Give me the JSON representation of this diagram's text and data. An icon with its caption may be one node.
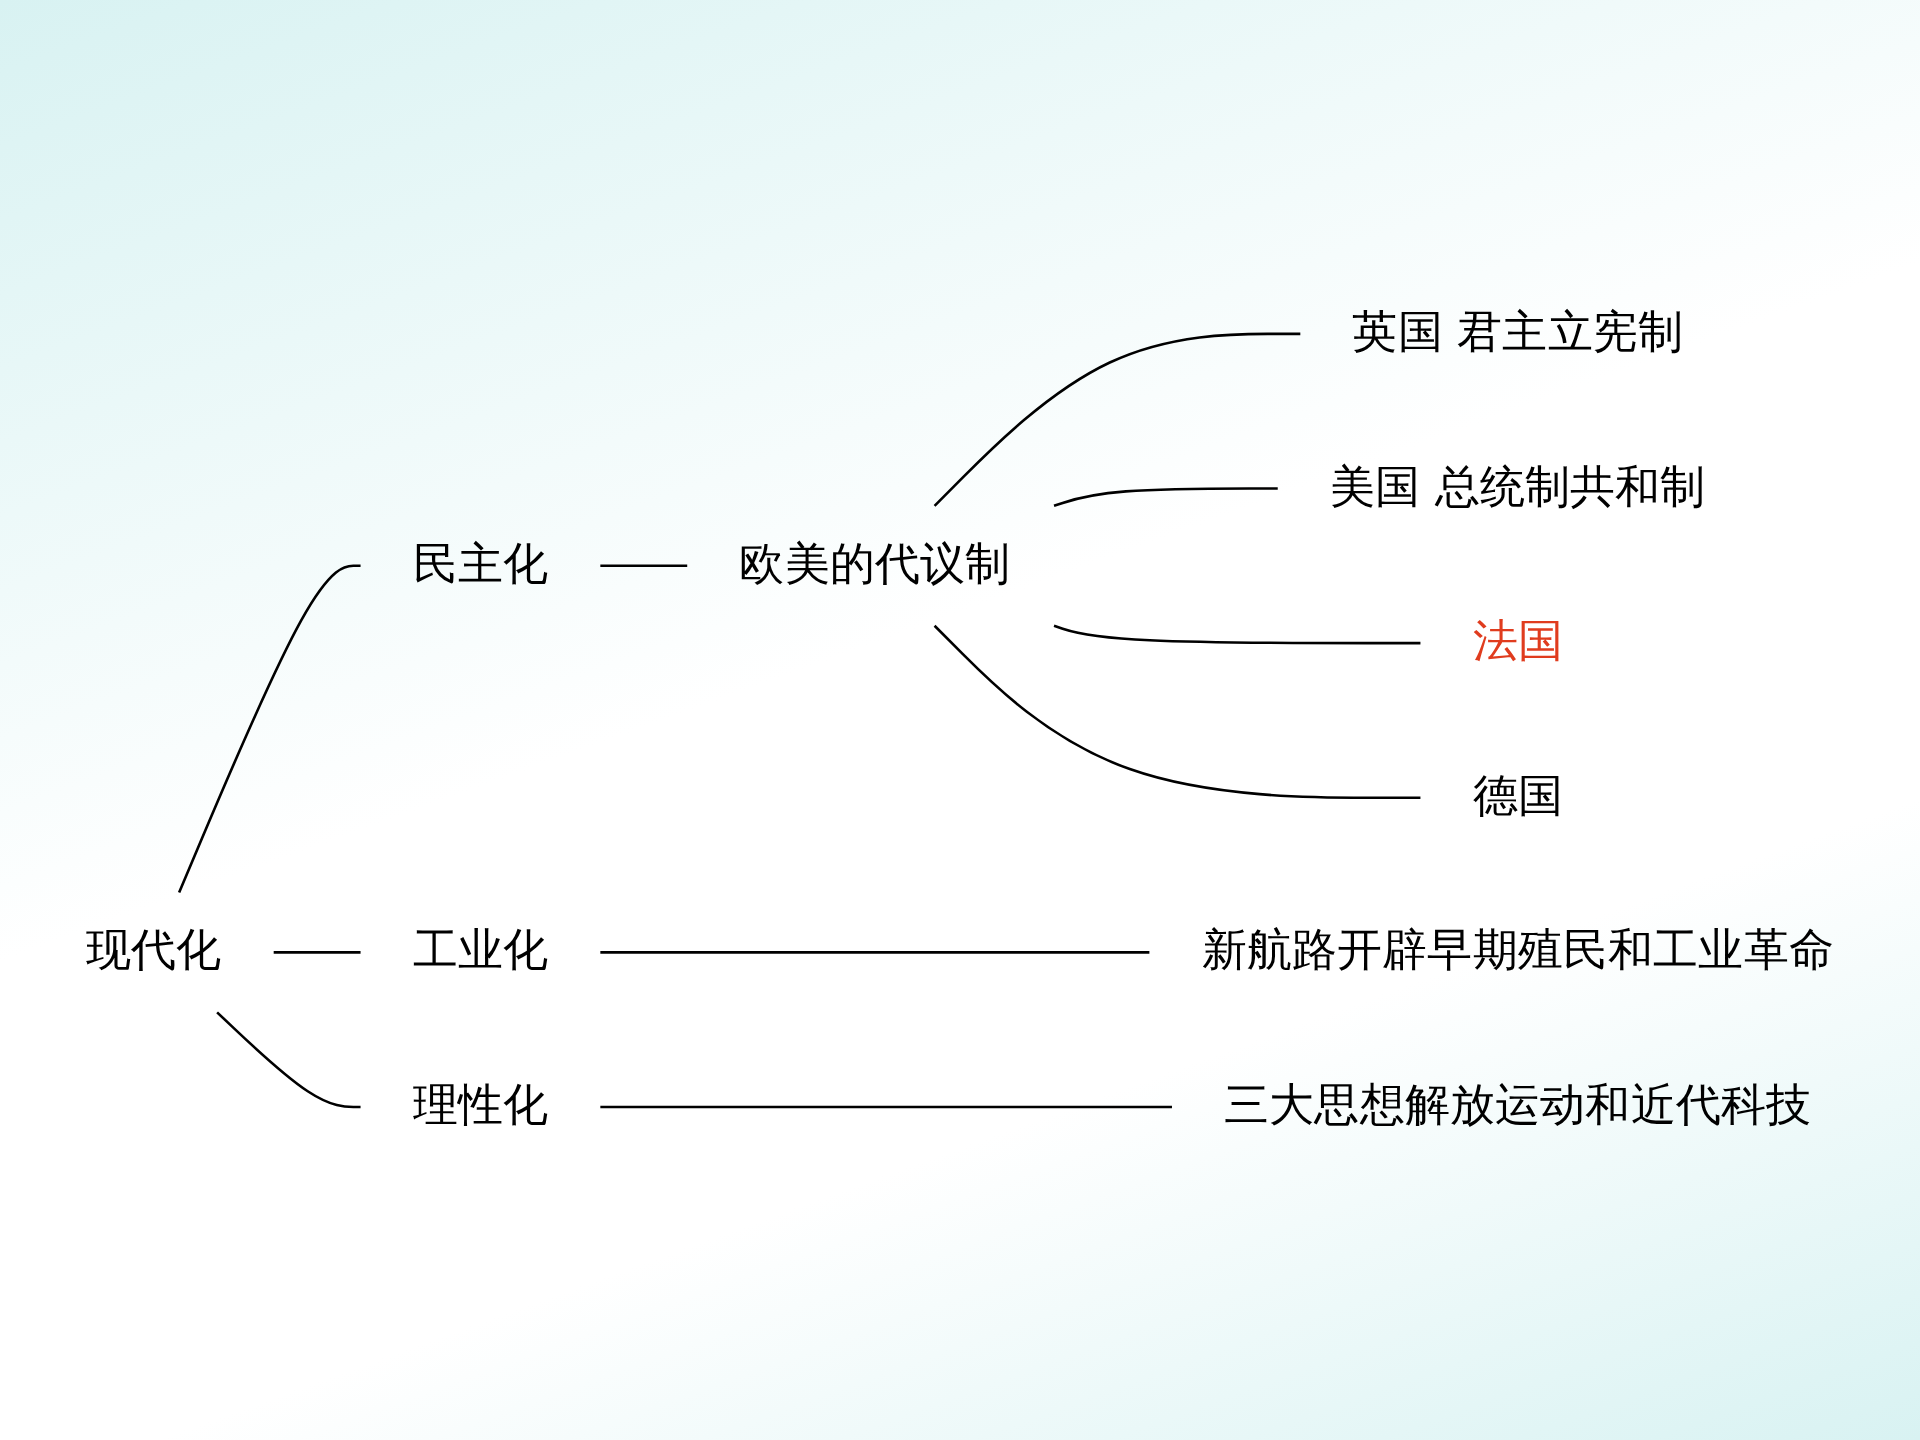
{
  "diagram": {
    "nodes": [
      {
        "text": [
          "现代化"
        ]
      },
      {
        "text": [
          "民主化"
        ]
      },
      {
        "text": [
          "欧美的代议制"
        ]
      },
      {
        "text": [
          "英国 君主立宪制"
        ]
      },
      {
        "text": [
          "美国 总统制共和制"
        ]
      },
      {
        "text": [
          "法国"
        ]
      },
      {
        "text": [
          "德国"
        ]
      },
      {
        "text": [
          "工业化"
        ]
      },
      {
        "text": [
          "新航路开辟早期殖民和工业革命"
        ]
      },
      {
        "text": [
          "理性化"
        ]
      },
      {
        "text": [
          "三大思想解放运动和近代科技"
        ]
      }
    ],
    "edges": [
      {
        "from": 0,
        "to": 1,
        "arrow": "none"
      },
      {
        "from": 0,
        "to": 7,
        "arrow": "none"
      },
      {
        "from": 0,
        "to": 9,
        "arrow": "none"
      },
      {
        "from": 1,
        "to": 2,
        "arrow": "none"
      },
      {
        "from": 2,
        "to": 3,
        "arrow": "none"
      },
      {
        "from": 2,
        "to": 4,
        "arrow": "none"
      },
      {
        "from": 2,
        "to": 5,
        "arrow": "none"
      },
      {
        "from": 2,
        "to": 6,
        "arrow": "none"
      },
      {
        "from": 7,
        "to": 8,
        "arrow": "none"
      },
      {
        "from": 9,
        "to": 10,
        "arrow": "none"
      }
    ]
  }
}
